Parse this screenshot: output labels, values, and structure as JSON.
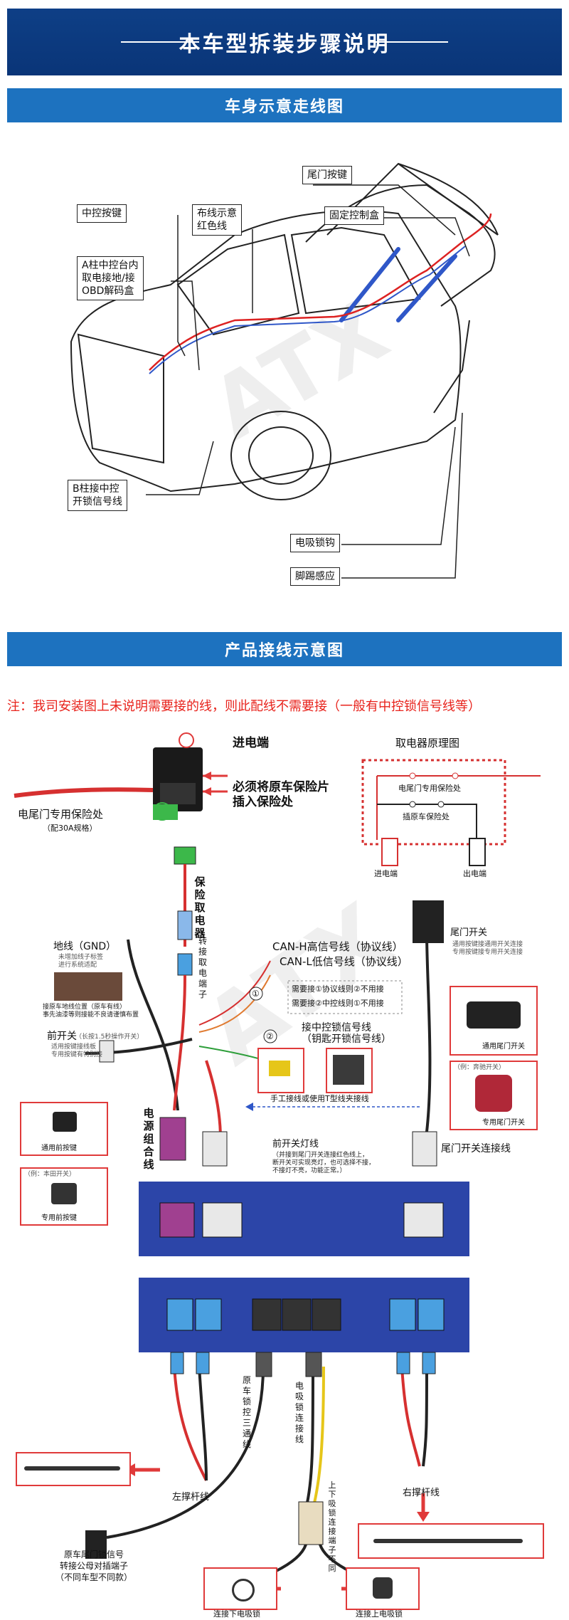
{
  "header": {
    "title": "本车型拆装步骤说明"
  },
  "section1": {
    "title": "车身示意走线图"
  },
  "car_labels": {
    "tail_button": "尾门按键",
    "center_key": "中控按键",
    "wiring_red": "布线示意\n红色线",
    "fixed_box": "固定控制盒",
    "a_pillar": "A柱中控台内\n取电接地/接\nOBD解码盒",
    "b_pillar": "B柱接中控\n开锁信号线",
    "e_lock": "电吸锁钩",
    "kick": "脚踢感应"
  },
  "watermark": "ATX",
  "section2": {
    "title": "产品接线示意图"
  },
  "note": "注：我司安装图上未说明需要接的线，则此配线不需要接（一般有中控锁信号线等）",
  "wiring": {
    "power_in": "进电端",
    "must_insert": "必须将原车保险片\n插入保险处",
    "tail_fuse": "电尾门专用保险处",
    "tail_fuse_spec": "（配30A规格）",
    "fuse_take": "保险取电器",
    "adapter": "转接取电端子",
    "fetcher_title": "取电器原理图",
    "fetcher_tail_fuse": "电尾门专用保险处",
    "fetcher_orig_fuse": "插原车保险处",
    "fetcher_in": "进电端",
    "fetcher_out": "出电端",
    "gnd": "地线（GND）",
    "gnd_note": "未增加线子标签\n进行系统适配",
    "gnd_caption": "接原车地线位置（原车有线）\n事先油漆等则接能不良请谨慎布置",
    "can_h": "CAN-H高信号线（协议线）",
    "can_l": "CAN-L低信号线（协议线）",
    "protocol_note1": "需要接①协议线则②不用接",
    "protocol_note2": "需要接②中控线则①不用接",
    "circle1": "①",
    "circle2": "②",
    "center_lock": "接中控锁信号线\n（钥匙开锁信号线）",
    "splice_caption": "手工接线或使用T型线夹接线",
    "front_switch": "前开关",
    "front_switch_note": "（长按1.5秒操作开关）",
    "front_switch_sub": "适用按键接线板\n专用按键有特别接",
    "generic_front": "通用前按键",
    "example_orig": "（例：本田开关）",
    "special_front": "专用前按键",
    "power_combo": "电源组合线",
    "front_light": "前开关灯线",
    "front_light_note": "（并接到尾门开关连接红色线上，\n断开关可实现亮灯，也可选择不接，\n不接灯不亮，功能正常。）",
    "tail_switch": "尾门开关",
    "tail_switch_note": "通用按键接通用开关连接\n专用按键接专用开关连接",
    "generic_tail": "通用尾门开关",
    "example_oth": "（例：奔驰开关）",
    "special_tail": "专用尾门开关",
    "tail_switch_conn": "尾门开关连接线",
    "orig_lock": "原车锁控三通线",
    "e_lock_conn": "电吸锁连接线",
    "updown": "上下吸锁连接端子不同",
    "left_strut": "左撑杆线",
    "right_strut": "右撑杆线",
    "orig_signal": "原车尾门锁信号\n转接公母对插端子\n（不同车型不同款）",
    "conn_lower": "连接下电吸锁",
    "conn_upper": "连接上电吸锁"
  },
  "colors": {
    "header": "#0e3f86",
    "band": "#1d72bf",
    "note": "#e8231c",
    "highlight": "#e03a3a",
    "box": "#2c45a8"
  }
}
